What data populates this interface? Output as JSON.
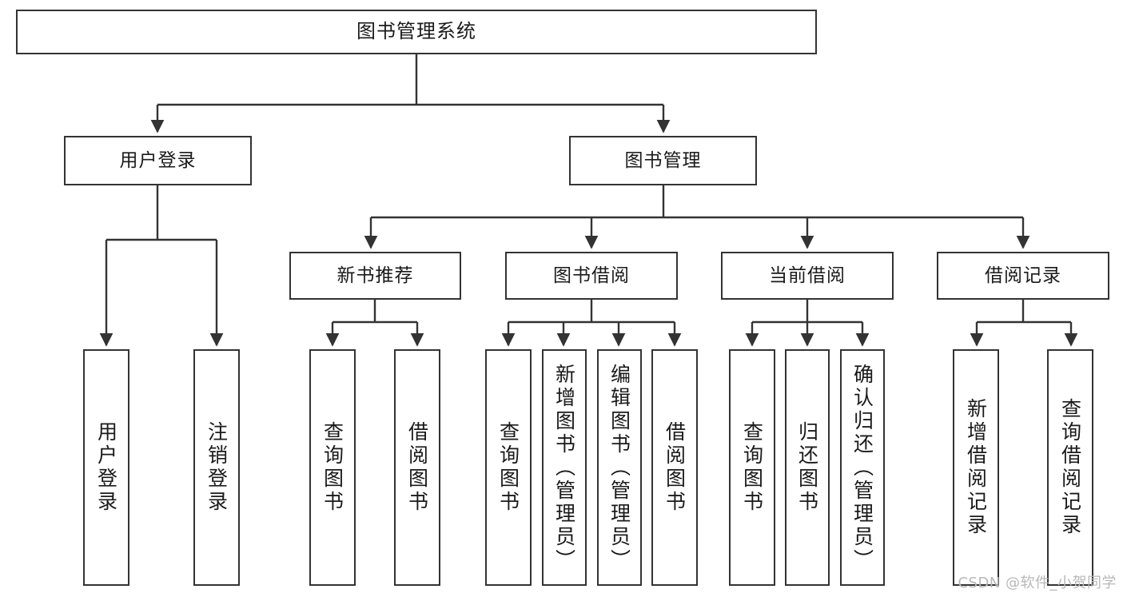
{
  "diagram": {
    "title": "图书管理系统",
    "type": "tree-hierarchy-chart",
    "watermark": "CSDN @软件_小贺同学",
    "colors": {
      "box_border": "#333333",
      "box_fill": "#ffffff",
      "connector": "#333333",
      "text": "#1a1a1a",
      "watermark": "#b8b8b8",
      "background": "#ffffff"
    },
    "levels": {
      "root": {
        "label": "图书管理系统"
      },
      "level2": [
        {
          "label": "用户登录"
        },
        {
          "label": "图书管理"
        }
      ],
      "level3": [
        {
          "label": "新书推荐"
        },
        {
          "label": "图书借阅"
        },
        {
          "label": "当前借阅"
        },
        {
          "label": "借阅记录"
        }
      ],
      "leaves": {
        "user_login": [
          {
            "label": "用户登录"
          },
          {
            "label": "注销登录"
          }
        ],
        "new_book_recommend": [
          {
            "label": "查询图书"
          },
          {
            "label": "借阅图书"
          }
        ],
        "book_borrow": [
          {
            "label": "查询图书"
          },
          {
            "label": "新增图书（管理员）"
          },
          {
            "label": "编辑图书（管理员）"
          },
          {
            "label": "借阅图书"
          }
        ],
        "current_borrow": [
          {
            "label": "查询图书"
          },
          {
            "label": "归还图书"
          },
          {
            "label": "确认归还（管理员）"
          }
        ],
        "borrow_record": [
          {
            "label": "新增借阅记录"
          },
          {
            "label": "查询借阅记录"
          }
        ]
      }
    }
  }
}
